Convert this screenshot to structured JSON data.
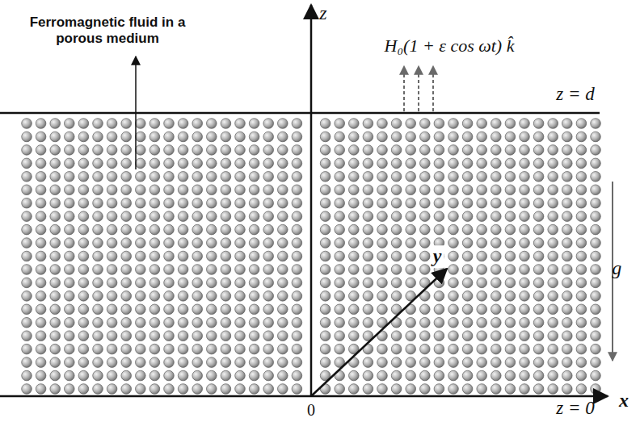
{
  "diagram": {
    "labels": [
      "Ferromagnetic fluid in a porous medium",
      "z",
      "H₀(1 + ε cos ωt) k̂",
      "z = d",
      "y",
      "g⃗",
      "z = 0",
      "0",
      "x"
    ]
  }
}
